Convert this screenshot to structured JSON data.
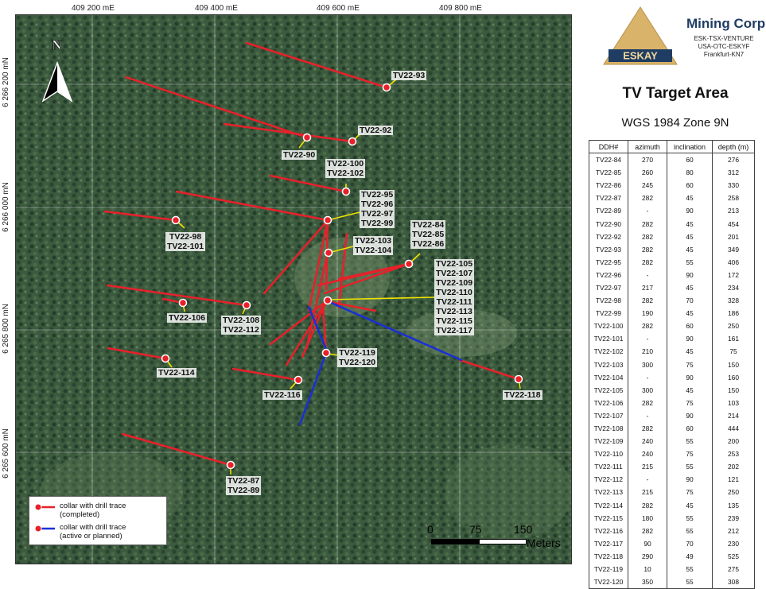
{
  "map": {
    "north_label": "N",
    "coords_top": [
      "409 200 mE",
      "409 400 mE",
      "409 600 mE",
      "409 800 mE"
    ],
    "coords_left": [
      "6 266 200 mN",
      "6 266 000 mN",
      "6 265 800 mN",
      "6 265 600 mN"
    ],
    "hole_labels": [
      {
        "name": "tv22-93",
        "text": "TV22-93"
      },
      {
        "name": "tv22-92",
        "text": "TV22-92"
      },
      {
        "name": "tv22-90",
        "text": "TV22-90"
      },
      {
        "name": "tv22-100-102",
        "text": "TV22-100\nTV22-102"
      },
      {
        "name": "tv22-95-99",
        "text": "TV22-95\nTV22-96\nTV22-97\nTV22-99"
      },
      {
        "name": "tv22-98-101",
        "text": "TV22-98\nTV22-101"
      },
      {
        "name": "tv22-84-86",
        "text": "TV22-84\nTV22-85\nTV22-86"
      },
      {
        "name": "tv22-103-104",
        "text": "TV22-103\nTV22-104"
      },
      {
        "name": "tv22-105-117",
        "text": "TV22-105\nTV22-107\nTV22-109\nTV22-110\nTV22-111\nTV22-113\nTV22-115\nTV22-117"
      },
      {
        "name": "tv22-106",
        "text": "TV22-106"
      },
      {
        "name": "tv22-108-112",
        "text": "TV22-108\nTV22-112"
      },
      {
        "name": "tv22-119-120",
        "text": "TV22-119\nTV22-120"
      },
      {
        "name": "tv22-114",
        "text": "TV22-114"
      },
      {
        "name": "tv22-116",
        "text": "TV22-116"
      },
      {
        "name": "tv22-118",
        "text": "TV22-118"
      },
      {
        "name": "tv22-87-89",
        "text": "TV22-87\nTV22-89"
      }
    ]
  },
  "legend": {
    "completed": "collar with drill trace\n(completed)",
    "active": "collar with drill trace\n(active or planned)",
    "completed_color": "#e8202a",
    "active_color": "#1a2fd6"
  },
  "scale": {
    "ticks": [
      "0",
      "75",
      "150"
    ],
    "unit": "Meters"
  },
  "company": {
    "logo_text": "ESKAY",
    "name": "Mining Corp",
    "line1": "ESK-TSX-VENTURE",
    "line2": "USA-OTC-ESKYF",
    "line3": "Frankfurt-KN7"
  },
  "panel": {
    "title": "TV Target Area",
    "subtitle": "WGS 1984 Zone 9N"
  },
  "table": {
    "headers": [
      "DDH#",
      "azimuth",
      "inclination",
      "depth (m)"
    ],
    "rows": [
      [
        "TV22-84",
        "270",
        "60",
        "276"
      ],
      [
        "TV22-85",
        "260",
        "80",
        "312"
      ],
      [
        "TV22-86",
        "245",
        "60",
        "330"
      ],
      [
        "TV22-87",
        "282",
        "45",
        "258"
      ],
      [
        "TV22-89",
        "-",
        "90",
        "213"
      ],
      [
        "TV22-90",
        "282",
        "45",
        "454"
      ],
      [
        "TV22-92",
        "282",
        "45",
        "201"
      ],
      [
        "TV22-93",
        "282",
        "45",
        "349"
      ],
      [
        "TV22-95",
        "282",
        "55",
        "406"
      ],
      [
        "TV22-96",
        "-",
        "90",
        "172"
      ],
      [
        "TV22-97",
        "217",
        "45",
        "234"
      ],
      [
        "TV22-98",
        "282",
        "70",
        "328"
      ],
      [
        "TV22-99",
        "190",
        "45",
        "186"
      ],
      [
        "TV22-100",
        "282",
        "60",
        "250"
      ],
      [
        "TV22-101",
        "-",
        "90",
        "161"
      ],
      [
        "TV22-102",
        "210",
        "45",
        "75"
      ],
      [
        "TV22-103",
        "300",
        "75",
        "150"
      ],
      [
        "TV22-104",
        "-",
        "90",
        "160"
      ],
      [
        "TV22-105",
        "300",
        "45",
        "150"
      ],
      [
        "TV22-106",
        "282",
        "75",
        "103"
      ],
      [
        "TV22-107",
        "-",
        "90",
        "214"
      ],
      [
        "TV22-108",
        "282",
        "60",
        "444"
      ],
      [
        "TV22-109",
        "240",
        "55",
        "200"
      ],
      [
        "TV22-110",
        "240",
        "75",
        "253"
      ],
      [
        "TV22-111",
        "215",
        "55",
        "202"
      ],
      [
        "TV22-112",
        "-",
        "90",
        "121"
      ],
      [
        "TV22-113",
        "215",
        "75",
        "250"
      ],
      [
        "TV22-114",
        "282",
        "45",
        "135"
      ],
      [
        "TV22-115",
        "180",
        "55",
        "239"
      ],
      [
        "TV22-116",
        "282",
        "55",
        "212"
      ],
      [
        "TV22-117",
        "90",
        "70",
        "230"
      ],
      [
        "TV22-118",
        "290",
        "49",
        "525"
      ],
      [
        "TV22-119",
        "10",
        "55",
        "275"
      ],
      [
        "TV22-120",
        "350",
        "55",
        "308"
      ]
    ]
  }
}
